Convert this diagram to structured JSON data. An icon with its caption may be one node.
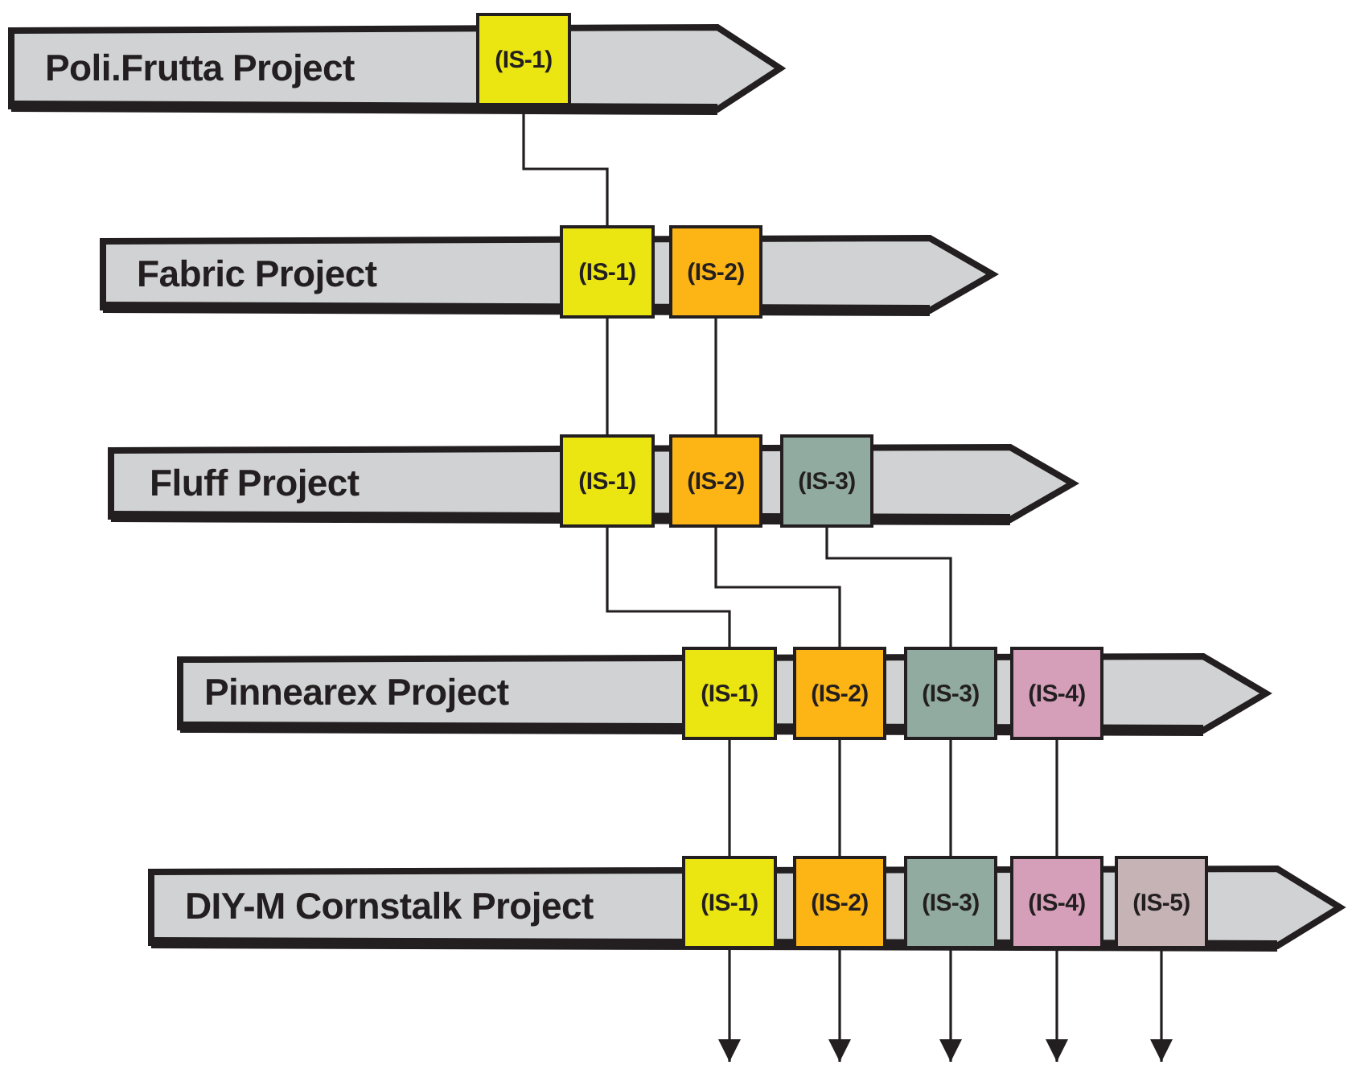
{
  "diagram": {
    "nodes": [
      {
        "text": [
          "Poli.Frutta Project"
        ]
      },
      {
        "text": [
          "(IS-1)"
        ],
        "in": 0
      },
      {
        "text": [
          "Fabric Project"
        ]
      },
      {
        "text": [
          "(IS-1)"
        ],
        "in": 2
      },
      {
        "text": [
          "(IS-2)"
        ],
        "in": 2
      },
      {
        "text": [
          "Fluff Project"
        ]
      },
      {
        "text": [
          "(IS-1)"
        ],
        "in": 5
      },
      {
        "text": [
          "(IS-2)"
        ],
        "in": 5
      },
      {
        "text": [
          "(IS-3)"
        ],
        "in": 5
      },
      {
        "text": [
          "Pinnearex Project"
        ]
      },
      {
        "text": [
          "(IS-1)"
        ],
        "in": 9
      },
      {
        "text": [
          "(IS-2)"
        ],
        "in": 9
      },
      {
        "text": [
          "(IS-3)"
        ],
        "in": 9
      },
      {
        "text": [
          "(IS-4)"
        ],
        "in": 9
      },
      {
        "text": [
          "DIY-M Cornstalk Project"
        ]
      },
      {
        "text": [
          "(IS-1)"
        ],
        "in": 14
      },
      {
        "text": [
          "(IS-2)"
        ],
        "in": 14
      },
      {
        "text": [
          "(IS-3)"
        ],
        "in": 14
      },
      {
        "text": [
          "(IS-4)"
        ],
        "in": 14
      },
      {
        "text": [
          "(IS-5)"
        ],
        "in": 14
      }
    ],
    "edges": [
      {
        "from": 1,
        "to": 3,
        "arrow": "none"
      },
      {
        "from": 3,
        "to": 6,
        "arrow": "none"
      },
      {
        "from": 4,
        "to": 7,
        "arrow": "none"
      },
      {
        "from": 6,
        "to": 10,
        "arrow": "none"
      },
      {
        "from": 7,
        "to": 11,
        "arrow": "none"
      },
      {
        "from": 8,
        "to": 12,
        "arrow": "none"
      },
      {
        "from": 10,
        "to": 15,
        "arrow": "none"
      },
      {
        "from": 11,
        "to": 16,
        "arrow": "none"
      },
      {
        "from": 12,
        "to": 17,
        "arrow": "none"
      },
      {
        "from": 13,
        "to": 18,
        "arrow": "none"
      },
      {
        "from": 15,
        "to": null,
        "arrow": "to"
      },
      {
        "from": 16,
        "to": null,
        "arrow": "to"
      },
      {
        "from": 17,
        "to": null,
        "arrow": "to"
      },
      {
        "from": 18,
        "to": null,
        "arrow": "to"
      },
      {
        "from": 19,
        "to": null,
        "arrow": "to"
      }
    ]
  }
}
